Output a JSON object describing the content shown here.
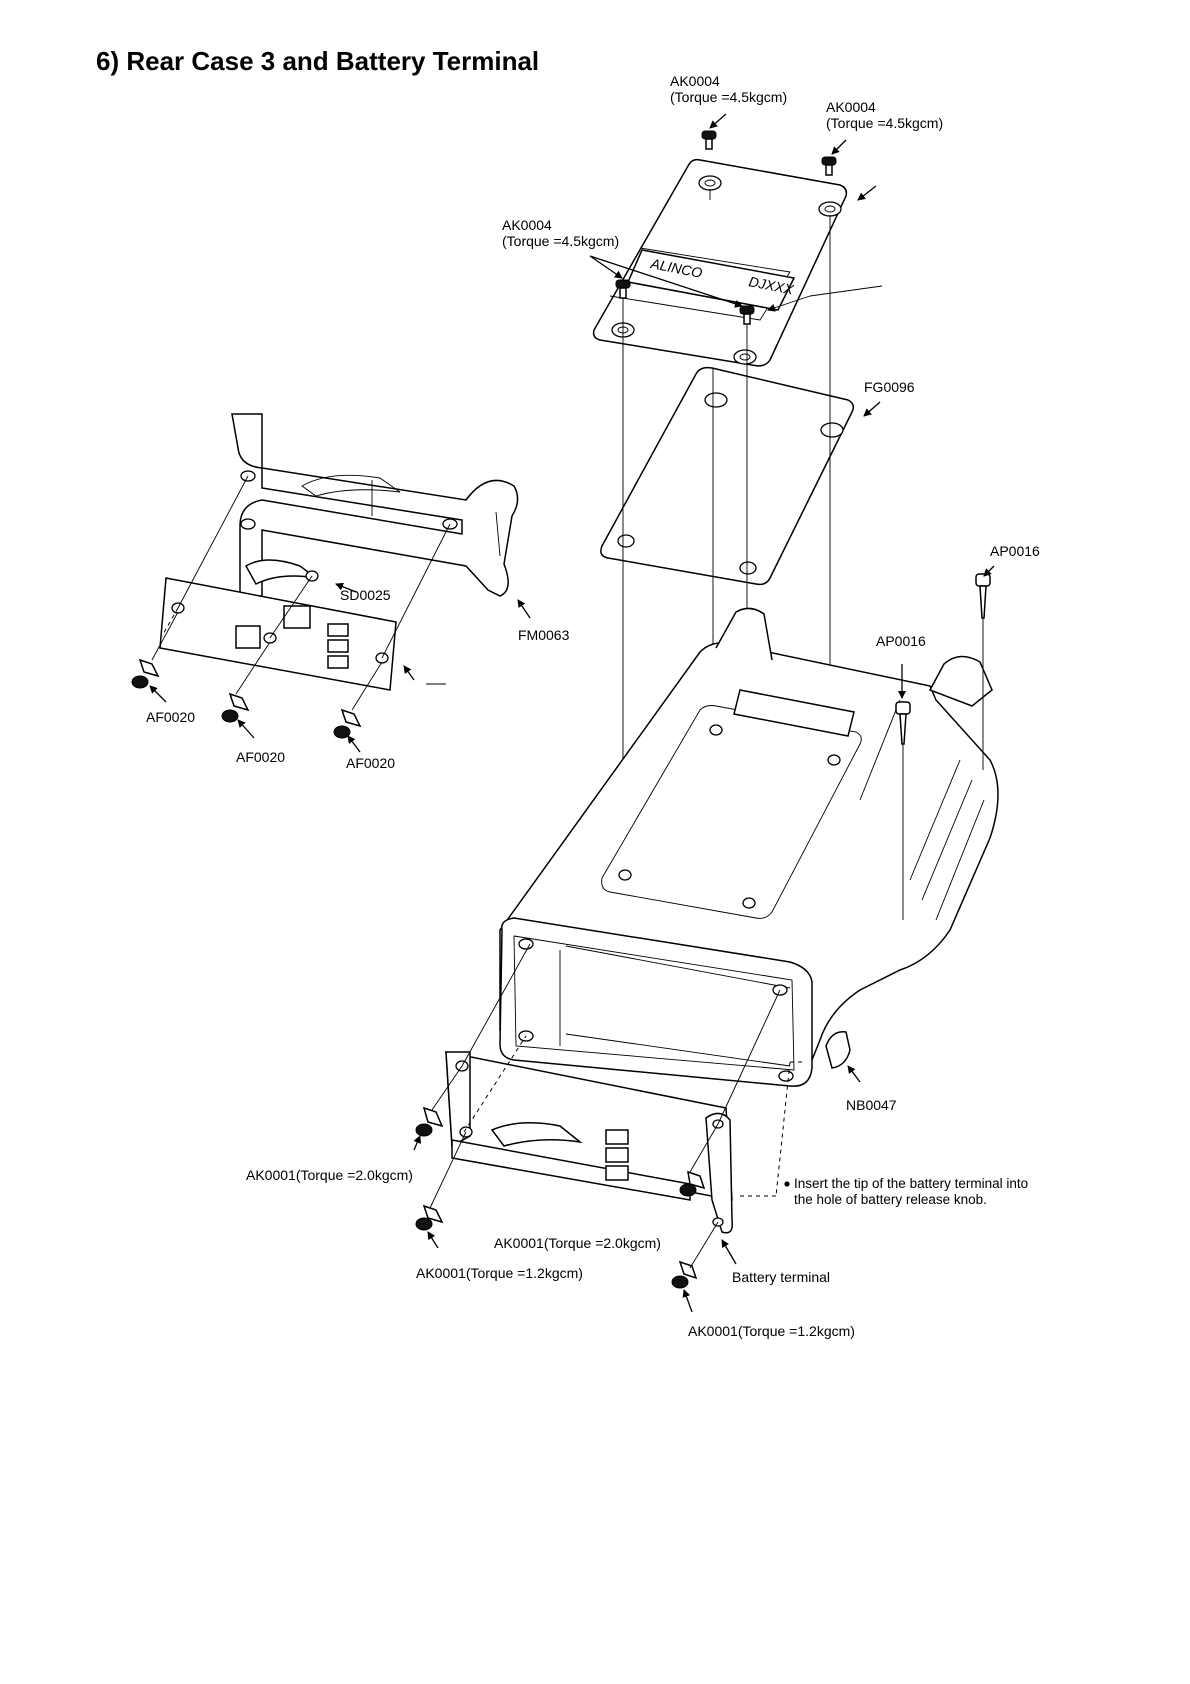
{
  "title": "6) Rear Case 3 and Battery Terminal",
  "labels": {
    "ak0004_top_left": "AK0004",
    "ak0004_top_left_torque": "(Torque =4.5kgcm)",
    "ak0004_top_right": "AK0004",
    "ak0004_top_right_torque": "(Torque =4.5kgcm)",
    "ak0004_mid": "AK0004",
    "ak0004_mid_torque": "(Torque =4.5kgcm)",
    "fg0096": "FG0096",
    "ap0016_right": "AP0016",
    "ap0016_mid": "AP0016",
    "sd0025": "SD0025",
    "fm0063": "FM0063",
    "af0020_left": "AF0020",
    "af0020_mid": "AF0020",
    "af0020_right": "AF0020",
    "nb0047": "NB0047",
    "ak0001_left": "AK0001(Torque =2.0kgcm)",
    "ak0001_center": "AK0001(Torque =2.0kgcm)",
    "ak0001_bottom_left": "AK0001(Torque =1.2kgcm)",
    "battery_terminal": "Battery terminal",
    "ak0001_bottom_right": "AK0001(Torque =1.2kgcm)",
    "note_line1": "Insert the tip of the battery terminal into",
    "note_line2": "the hole of battery release knob.",
    "nameplate_brand": "ALINCO",
    "nameplate_model": "DJXXX"
  }
}
